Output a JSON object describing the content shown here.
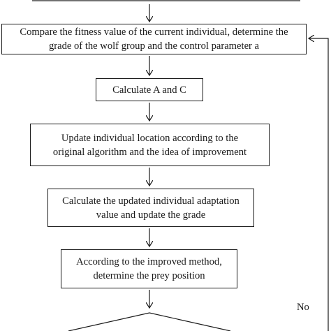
{
  "flowchart": {
    "steps": [
      "Compare the fitness value of the current individual, determine the grade of the wolf group and the control parameter a",
      "Calculate A and C",
      "Update individual location according to the original algorithm and the idea of improvement",
      "Calculate the updated individual adaptation value and update the grade",
      "According to the improved method, determine the prey position"
    ],
    "loop_label": "No"
  }
}
